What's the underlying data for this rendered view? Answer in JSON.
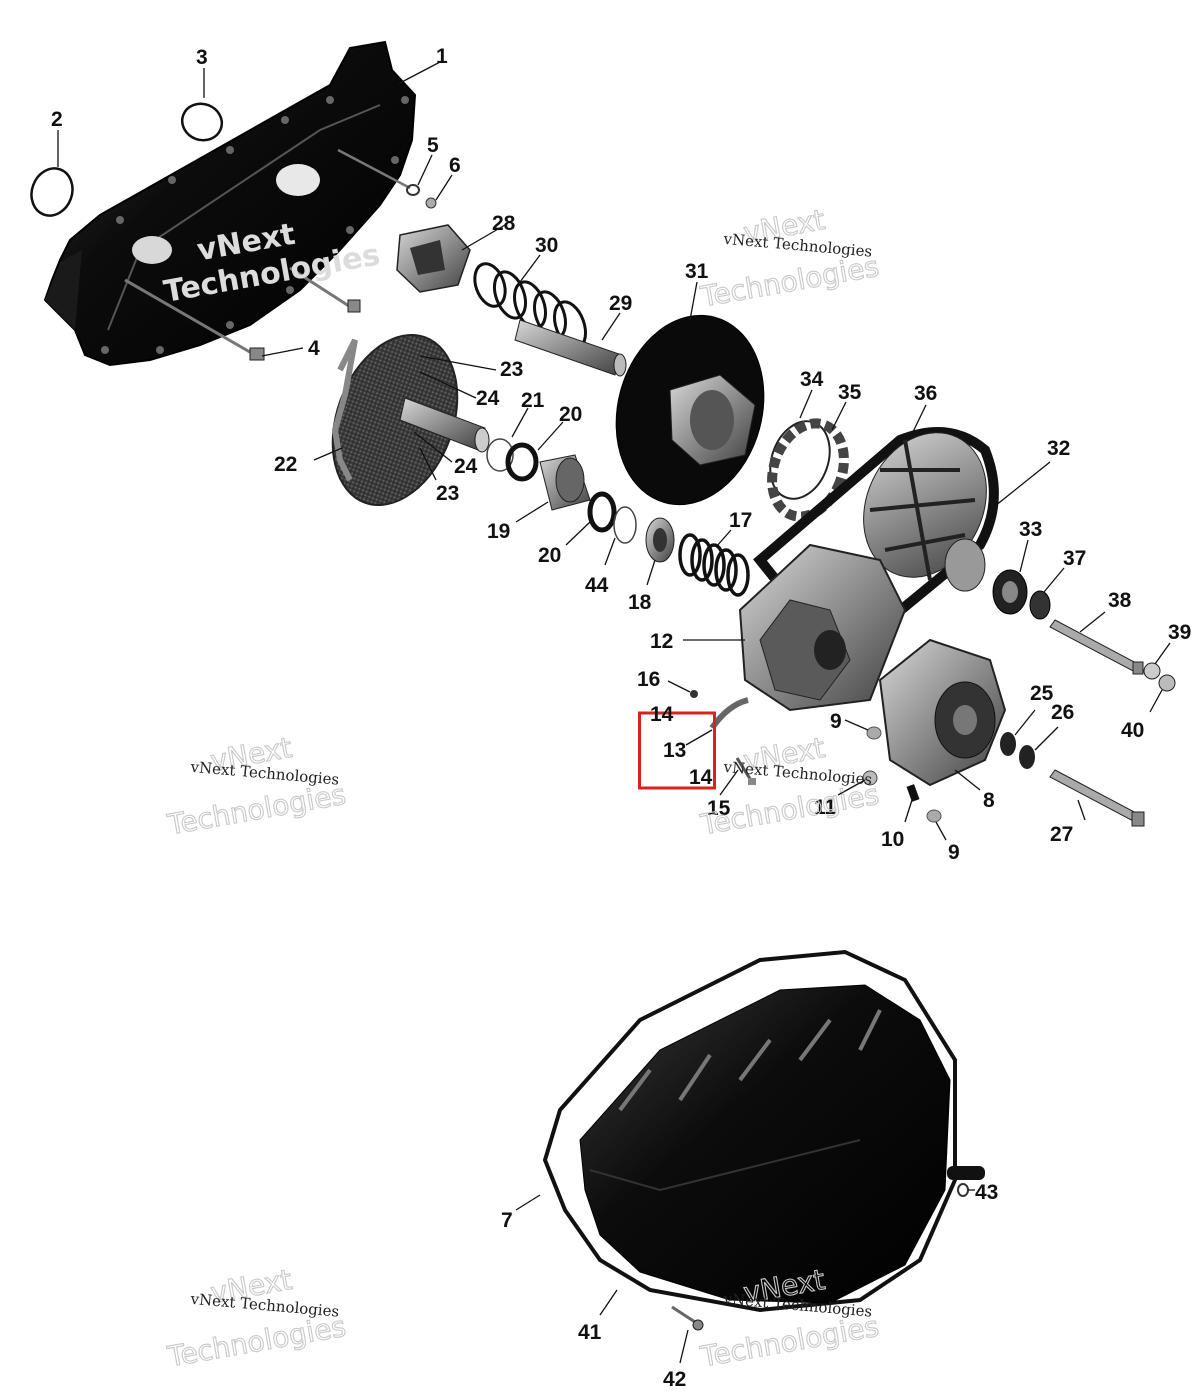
{
  "watermark": {
    "line1": "vNext",
    "line2": "Technologies",
    "small": "vNext Technologies"
  },
  "highlight_color": "#d9221e",
  "callouts": {
    "c1": "1",
    "c2": "2",
    "c3": "3",
    "c4": "4",
    "c5": "5",
    "c6": "6",
    "c7": "7",
    "c8": "8",
    "c9a": "9",
    "c9b": "9",
    "c10": "10",
    "c11": "11",
    "c12": "12",
    "c13": "13",
    "c14a": "14",
    "c14b": "14",
    "c15": "15",
    "c16": "16",
    "c17": "17",
    "c18": "18",
    "c19": "19",
    "c20a": "20",
    "c20b": "20",
    "c21": "21",
    "c22": "22",
    "c23a": "23",
    "c23b": "23",
    "c24a": "24",
    "c24b": "24",
    "c25": "25",
    "c26": "26",
    "c27": "27",
    "c28": "28",
    "c29": "29",
    "c30": "30",
    "c31": "31",
    "c32": "32",
    "c33": "33",
    "c34": "34",
    "c35": "35",
    "c36": "36",
    "c37": "37",
    "c38": "38",
    "c39": "39",
    "c40": "40",
    "c41": "41",
    "c42": "42",
    "c43": "43",
    "c44": "44"
  }
}
